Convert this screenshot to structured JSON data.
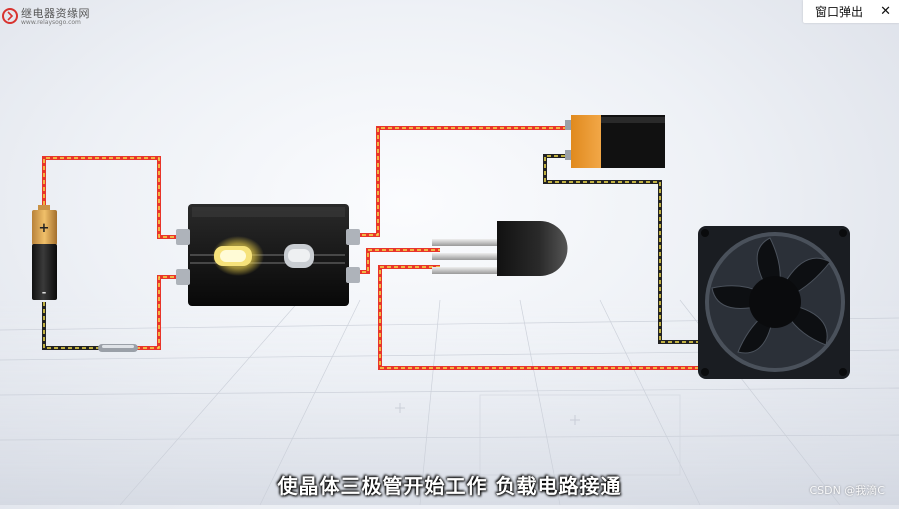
{
  "brand": {
    "name": "继电器资缘网",
    "url": "www.relaysogo.com"
  },
  "window": {
    "popup_label": "窗口弹出",
    "close_icon": "close-icon"
  },
  "scene": {
    "subtitle": "使晶体三极管开始工作  负载电路接通",
    "components": [
      "aa-battery-icon",
      "reed-relay-icon",
      "transistor-icon",
      "9v-battery-icon",
      "cooling-fan-icon",
      "reed-switch-icon"
    ],
    "wire_colors": {
      "positive": "#e8352a",
      "negative": "#222222",
      "dash": "#f4e04d"
    },
    "battery_plus": "+",
    "battery_minus": "-"
  },
  "watermark": "CSDN @我滴C"
}
